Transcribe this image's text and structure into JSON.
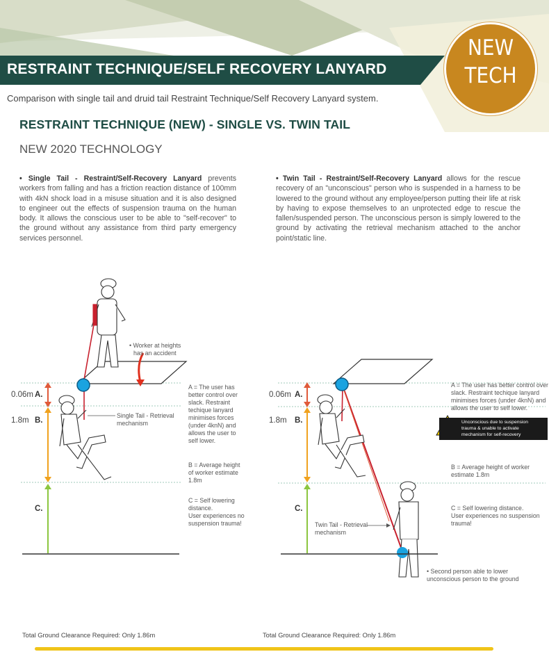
{
  "header": {
    "title": "RESTRAINT TECHNIQUE/SELF RECOVERY LANYARD",
    "badge_line1": "NEW",
    "badge_line2": "TECH",
    "subtitle": "Comparison with single tail and druid tail Restraint Technique/Self Recovery Lanyard system."
  },
  "section": {
    "heading": "RESTRAINT TECHNIQUE (NEW) - SINGLE VS. TWIN TAIL",
    "subheading": "NEW 2020 TECHNOLOGY"
  },
  "left_column": {
    "bullet": "•",
    "bold_title": "Single Tail - Restraint/Self-Recovery Lanyard",
    "text": "prevents workers from falling and has a friction reaction distance of 100mm with 4kN shock load in a misuse situation and it is also designed to engineer out the effects of suspension trauma on the human body. It allows the conscious user to be able to \"self-recover\" to the ground without any assistance from third party emergency services personnel."
  },
  "right_column": {
    "bullet": "•",
    "bold_title": "Twin Tail - Restraint/Self-Recovery Lanyard",
    "text": "allows for the rescue recovery of an \"unconscious\" person who is suspended in a harness to be lowered to the ground without any employee/person putting their life at risk by having to expose themselves to an unprotected edge to rescue the fallen/suspended person. The unconscious person is simply lowered to the ground by activating the retrieval mechanism attached to the anchor point/static line."
  },
  "diagram_left": {
    "callout_accident_1": "• Worker at heights",
    "callout_accident_2": "has an accident",
    "dist_a": "0.06m",
    "letter_a": "A.",
    "dist_b": "1.8m",
    "letter_b": "B.",
    "letter_c": "C.",
    "mechanism_1": "Single Tail - Retrieval",
    "mechanism_2": "mechanism",
    "note_a": [
      "A = The user has",
      "better control over",
      "slack. Restraint",
      "techique lanyard",
      "minimises forces",
      "(under 4knN) and",
      "allows the user to",
      "self lower."
    ],
    "note_b": [
      "B = Average height",
      "of worker estimate",
      "1.8m"
    ],
    "note_c": [
      "C = Self lowering",
      "distance.",
      "User experiences no",
      "suspension trauma!"
    ]
  },
  "diagram_right": {
    "dist_a": "0.06m",
    "letter_a": "A.",
    "dist_b": "1.8m",
    "letter_b": "B.",
    "letter_c": "C.",
    "note_a": [
      "A = The user has better control over",
      "slack. Restraint techique lanyard",
      "minimises forces (under 4knN) and",
      "allows the user to self lower."
    ],
    "warning": [
      "Unconscious due to suspension",
      "trauma & unable to activate",
      "mechanism for self-recovery"
    ],
    "note_b": [
      "B = Average height of worker",
      "estimate 1.8m"
    ],
    "note_c": [
      "C = Self lowering distance.",
      "User experiences no suspension",
      "trauma!"
    ],
    "mechanism_1": "Twin Tail - Retrieval",
    "mechanism_2": "mechanism",
    "second_person_1": "• Second person able to lower",
    "second_person_2": "unconscious person to the ground"
  },
  "footer": {
    "left": "Total Ground Clearance Required: Only 1.86m",
    "right": "Total Ground Clearance Required: Only 1.86m"
  },
  "colors": {
    "banner": "#1f4d45",
    "badge": "#c8871f",
    "accent_yellow": "#f0c419",
    "arrow_orange": "#f0a21e",
    "arrow_green": "#8cc63f",
    "arrow_red": "#e05a3a",
    "anchor_blue": "#1aa3e0",
    "lanyard_red": "#c8212e"
  }
}
